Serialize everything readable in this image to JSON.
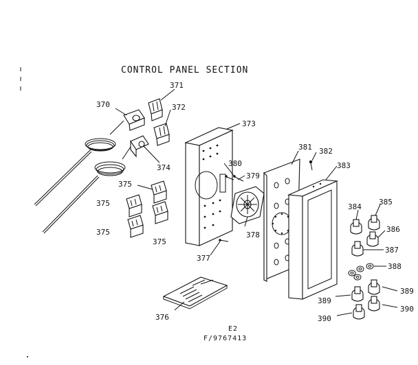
{
  "title": "CONTROL PANEL SECTION",
  "footer": {
    "line1": "E2",
    "line2": "F/9767413"
  },
  "callouts": {
    "c370": "370",
    "c371": "371",
    "c372": "372",
    "c373": "373",
    "c374": "374",
    "c375a": "375",
    "c375b": "375",
    "c375c": "375",
    "c375d": "375",
    "c376": "376",
    "c377": "377",
    "c378": "378",
    "c379": "379",
    "c380": "380",
    "c381": "381",
    "c382": "382",
    "c383": "383",
    "c384": "384",
    "c385": "385",
    "c386": "386",
    "c387": "387",
    "c388": "388",
    "c389a": "389",
    "c389b": "389",
    "c390a": "390",
    "c390b": "390"
  }
}
